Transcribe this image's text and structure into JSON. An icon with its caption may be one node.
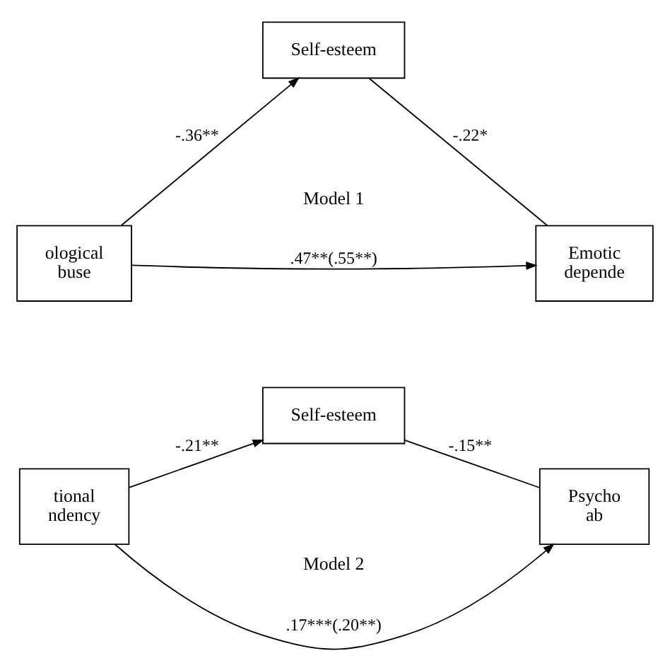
{
  "diagram": {
    "nodes": [
      {
        "text": [
          "Self-esteem"
        ]
      },
      {
        "text": [
          "ological buse"
        ]
      },
      {
        "text": [
          "Emotic depende"
        ]
      },
      {
        "text": [
          "Self-esteem"
        ]
      },
      {
        "text": [
          "tional ndency"
        ]
      },
      {
        "text": [
          "Psycho ab"
        ]
      }
    ],
    "edges": [
      {
        "from": 1,
        "to": 0,
        "arrow": "to",
        "label": "-.36**"
      },
      {
        "from": 0,
        "to": 2,
        "arrow": "none",
        "label": "-.22*"
      },
      {
        "from": 1,
        "to": 2,
        "arrow": "to",
        "label": ".47**(.55**)"
      },
      {
        "from": 4,
        "to": 3,
        "arrow": "to",
        "label": "-.21**"
      },
      {
        "from": 3,
        "to": 5,
        "arrow": "none",
        "label": "-.15**"
      },
      {
        "from": 4,
        "to": 5,
        "arrow": "to",
        "label": ".17***(.20**)"
      }
    ],
    "labels": [
      "Model 1",
      "Model 2"
    ]
  }
}
